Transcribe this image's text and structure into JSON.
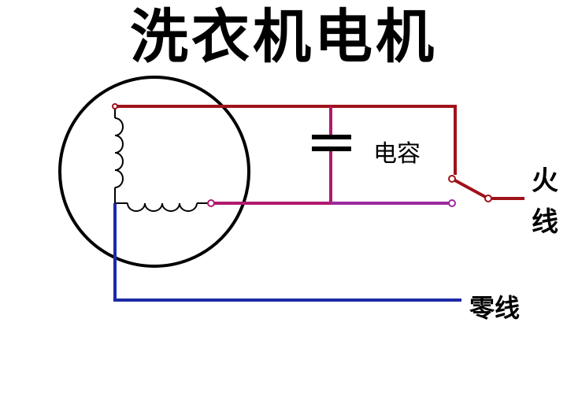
{
  "title": "洗衣机电机",
  "labels": {
    "capacitor": "电容",
    "live_wire": "火线",
    "neutral_wire": "零线"
  },
  "colors": {
    "live": "#a0121a",
    "capacitor_branch": "#b01a6e",
    "run_winding_line": "#9a2aa0",
    "neutral": "#1c2aa8",
    "motor": "#000000"
  }
}
